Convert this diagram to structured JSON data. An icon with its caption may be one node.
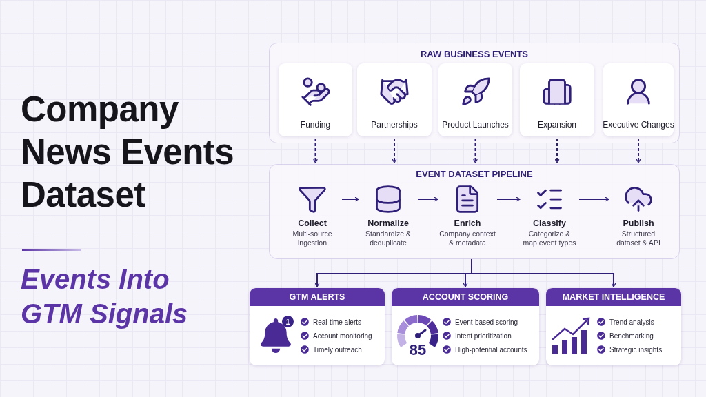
{
  "diagram": {
    "title": "Company News Events Dataset",
    "nodes": [
      {
        "text": [
          "RAW BUSINESS EVENTS"
        ]
      },
      {
        "text": [
          "Funding"
        ],
        "in": 0
      },
      {
        "text": [
          "Partnerships"
        ],
        "in": 0
      },
      {
        "text": [
          "Product Launches"
        ],
        "in": 0
      },
      {
        "text": [
          "Expansion"
        ],
        "in": 0
      },
      {
        "text": [
          "Executive Changes"
        ],
        "in": 0
      },
      {
        "text": [
          "EVENT DATASET PIPELINE"
        ]
      },
      {
        "text": [
          "Collect",
          "Multi-source ingestion"
        ],
        "in": 6
      },
      {
        "text": [
          "Normalize",
          "Standardize & deduplicate"
        ],
        "in": 6
      },
      {
        "text": [
          "Enrich",
          "Company context & metadata"
        ],
        "in": 6
      },
      {
        "text": [
          "Classify",
          "Categorize & map event types"
        ],
        "in": 6
      },
      {
        "text": [
          "Publish",
          "Structured dataset & API"
        ],
        "in": 6
      },
      {
        "text": [
          "GTM ALERTS",
          "1",
          "Real-time alerts",
          "Account monitoring",
          "Timely outreach"
        ]
      },
      {
        "text": [
          "ACCOUNT SCORING",
          "85",
          "Event-based scoring",
          "Intent prioritization",
          "High-potential accounts"
        ]
      },
      {
        "text": [
          "MARKET INTELLIGENCE",
          "Trend analysis",
          "Benchmarking",
          "Strategic insights"
        ]
      }
    ],
    "edges": [
      {
        "from": 1,
        "to": 6,
        "arrow": "to",
        "style": "dashed"
      },
      {
        "from": 2,
        "to": 6,
        "arrow": "to",
        "style": "dashed"
      },
      {
        "from": 3,
        "to": 6,
        "arrow": "to",
        "style": "dashed"
      },
      {
        "from": 4,
        "to": 6,
        "arrow": "to",
        "style": "dashed"
      },
      {
        "from": 5,
        "to": 6,
        "arrow": "to",
        "style": "dashed"
      },
      {
        "from": 7,
        "to": 8,
        "arrow": "to"
      },
      {
        "from": 8,
        "to": 9,
        "arrow": "to"
      },
      {
        "from": 9,
        "to": 10,
        "arrow": "to"
      },
      {
        "from": 10,
        "to": 11,
        "arrow": "to"
      },
      {
        "from": 6,
        "to": 12,
        "arrow": "to"
      },
      {
        "from": 6,
        "to": 13,
        "arrow": "to"
      },
      {
        "from": 6,
        "to": 14,
        "arrow": "to"
      }
    ],
    "labels": [
      "Events Into GTM Signals"
    ]
  }
}
